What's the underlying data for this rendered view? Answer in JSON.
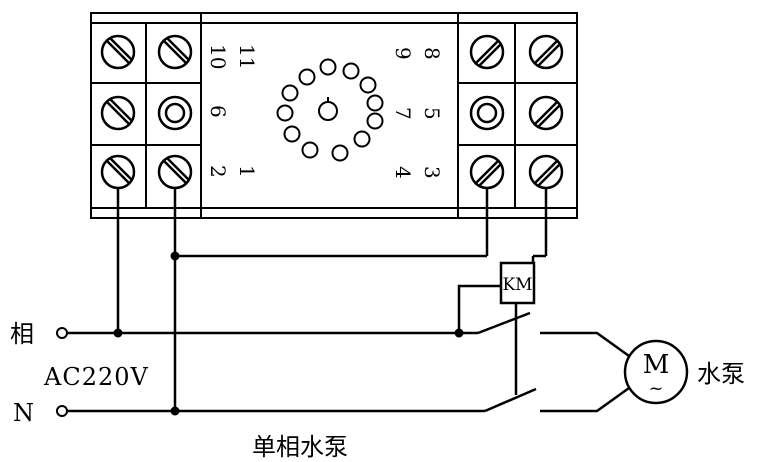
{
  "relay": {
    "pins_left_col": [
      "10",
      "11"
    ],
    "pins_row2_left": "6",
    "pins_row3_left": [
      "2",
      "1"
    ],
    "pins_right_top": [
      "8",
      "9"
    ],
    "pins_right_mid": [
      "5",
      "7"
    ],
    "pins_right_bottom": [
      "3",
      "4"
    ]
  },
  "contactor_label": "KM",
  "motor_letter": "M",
  "motor_tilde": "~",
  "motor_label": "水泵",
  "phase_label": "相",
  "neutral_label": "N",
  "supply_label": "AC220V",
  "caption": "单相水泵"
}
